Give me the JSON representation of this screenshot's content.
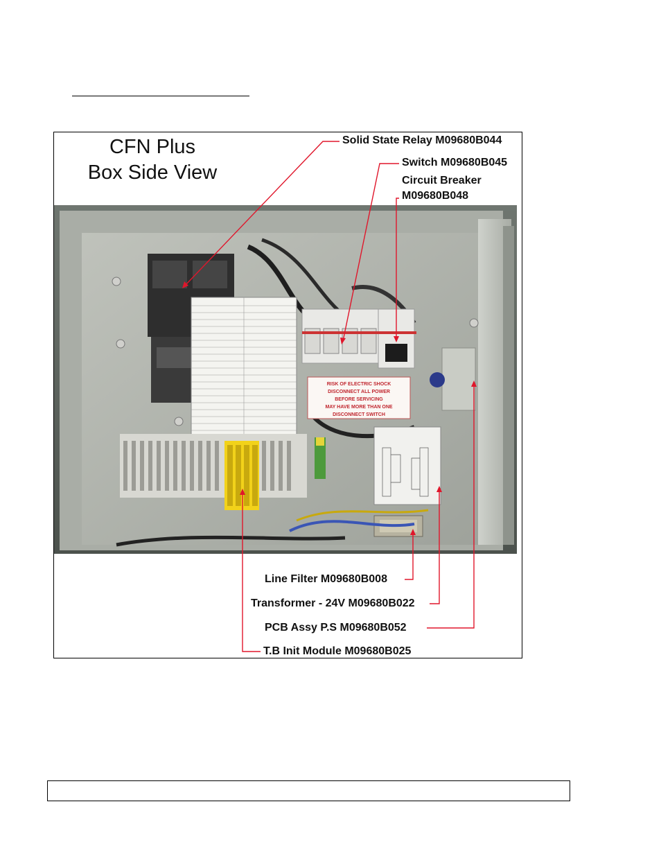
{
  "figure": {
    "title_line1": "CFN Plus",
    "title_line2": "Box Side View",
    "callouts": {
      "solid_state_relay": "Solid State Relay M09680B044",
      "switch": "Switch M09680B045",
      "circuit_breaker_line1": "Circuit Breaker",
      "circuit_breaker_line2": "M09680B048",
      "line_filter": "Line Filter M09680B008",
      "transformer": "Transformer - 24V M09680B022",
      "pcb_assy": "PCB Assy P.S M09680B052",
      "tb_init_module": "T.B Init Module M09680B025"
    },
    "warning_label": {
      "line1": "RISK OF ELECTRIC SHOCK",
      "line2": "DISCONNECT ALL POWER",
      "line3": "BEFORE SERVICING",
      "line4": "MAY HAVE MORE THAN ONE",
      "line5": "DISCONNECT SWITCH"
    }
  },
  "colors": {
    "leader_line": "#e0162b",
    "enclosure": "#b9bcb6",
    "terminal_yellow": "#f2d21a"
  }
}
